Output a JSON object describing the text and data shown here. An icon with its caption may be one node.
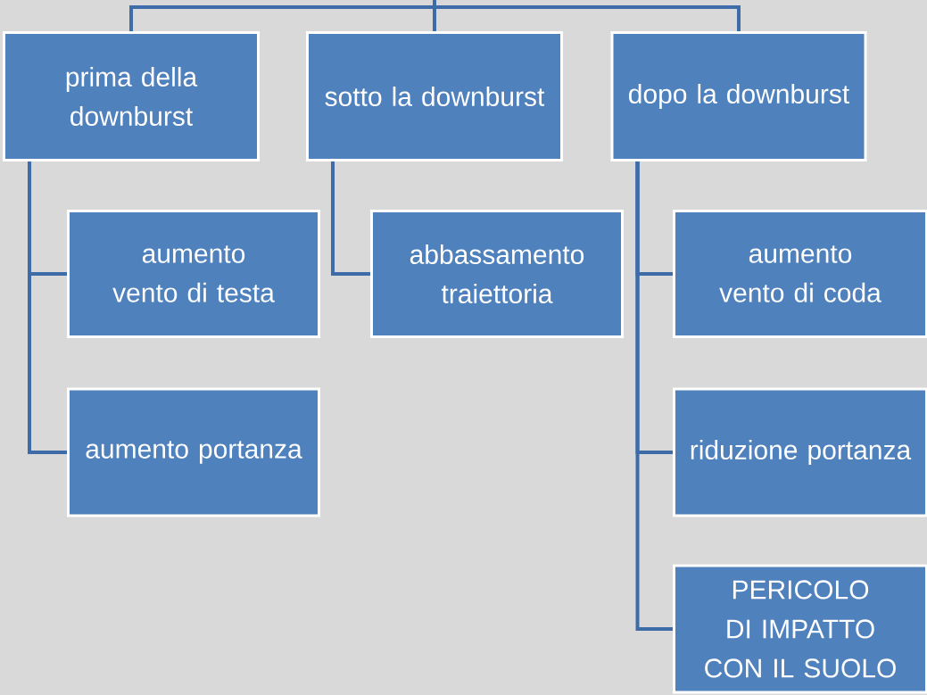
{
  "diagram": {
    "nodes": [
      {
        "text": [
          "prima della downburst"
        ]
      },
      {
        "text": [
          "sotto la downburst"
        ]
      },
      {
        "text": [
          "dopo la downburst"
        ]
      },
      {
        "text": [
          "aumento vento di testa"
        ]
      },
      {
        "text": [
          "aumento portanza"
        ]
      },
      {
        "text": [
          "abbassamento traiettoria"
        ]
      },
      {
        "text": [
          "aumento vento di coda"
        ]
      },
      {
        "text": [
          "riduzione portanza"
        ]
      },
      {
        "text": [
          "PERICOLO DI IMPATTO CON IL SUOLO"
        ]
      }
    ],
    "edges": [
      {
        "from": null,
        "to": 0,
        "arrow": "none"
      },
      {
        "from": null,
        "to": 1,
        "arrow": "none"
      },
      {
        "from": null,
        "to": 2,
        "arrow": "none"
      },
      {
        "from": 0,
        "to": 3,
        "arrow": "none"
      },
      {
        "from": 0,
        "to": 4,
        "arrow": "none"
      },
      {
        "from": 1,
        "to": 5,
        "arrow": "none"
      },
      {
        "from": 2,
        "to": 6,
        "arrow": "none"
      },
      {
        "from": 2,
        "to": 7,
        "arrow": "none"
      },
      {
        "from": 2,
        "to": 8,
        "arrow": "none"
      }
    ]
  }
}
